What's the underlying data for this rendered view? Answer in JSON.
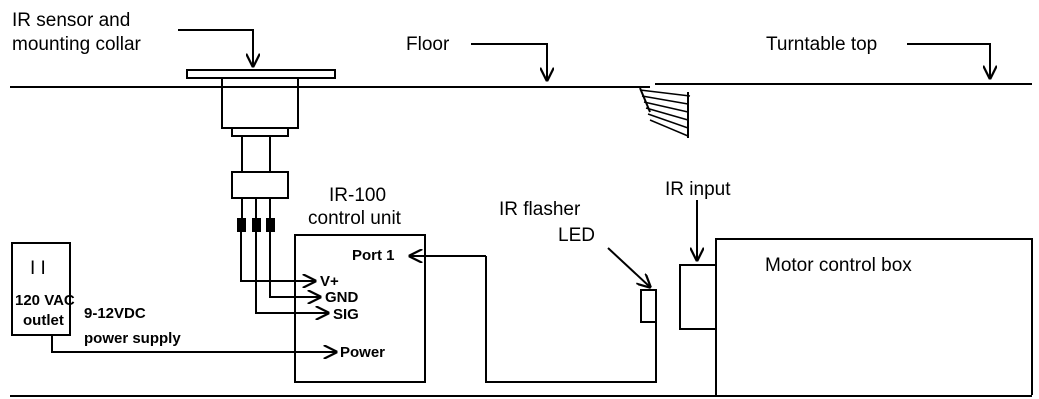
{
  "labels": {
    "sensor_line1": "IR sensor and",
    "sensor_line2": "mounting collar",
    "floor": "Floor",
    "turntable": "Turntable top",
    "control_line1": "IR-100",
    "control_line2": "control unit",
    "flasher_line1": "IR flasher",
    "flasher_line2": "LED",
    "ir_input": "IR input",
    "motor_box": "Motor control box",
    "outlet_line1": "120 VAC",
    "outlet_line2": "outlet",
    "supply_line1": "9-12VDC",
    "supply_line2": "power supply",
    "outlet_symbol": "I I"
  },
  "ports": {
    "port1": "Port 1",
    "vplus": "V+",
    "gnd": "GND",
    "sig": "SIG",
    "power": "Power"
  }
}
